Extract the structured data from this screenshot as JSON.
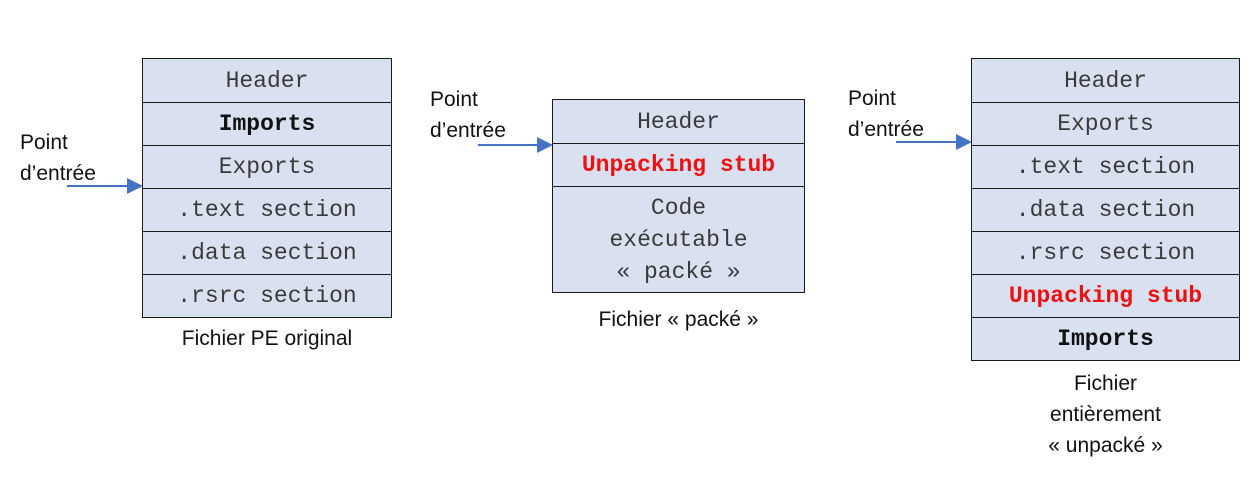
{
  "diagrams": [
    {
      "entry_label": "Point\nd’entrée",
      "caption": "Fichier PE original",
      "sections": [
        {
          "label": "Header",
          "style": "normal"
        },
        {
          "label": "Imports",
          "style": "bold"
        },
        {
          "label": "Exports",
          "style": "normal"
        },
        {
          "label": ".text section",
          "style": "normal"
        },
        {
          "label": ".data section",
          "style": "normal"
        },
        {
          "label": ".rsrc section",
          "style": "normal"
        }
      ]
    },
    {
      "entry_label": "Point\nd’entrée",
      "caption": "Fichier « packé »",
      "sections": [
        {
          "label": "Header",
          "style": "normal"
        },
        {
          "label": "Unpacking stub",
          "style": "red"
        },
        {
          "label": "Code\nexécutable\n« packé »",
          "style": "normal"
        }
      ]
    },
    {
      "entry_label": "Point\nd’entrée",
      "caption": "Fichier\nentièrement\n« unpacké »",
      "sections": [
        {
          "label": "Header",
          "style": "normal"
        },
        {
          "label": "Exports",
          "style": "normal"
        },
        {
          "label": ".text section",
          "style": "normal"
        },
        {
          "label": ".data section",
          "style": "normal"
        },
        {
          "label": ".rsrc section",
          "style": "normal"
        },
        {
          "label": "Unpacking stub",
          "style": "red"
        },
        {
          "label": "Imports",
          "style": "bold"
        }
      ]
    }
  ],
  "colors": {
    "cell_fill": "#d9e1f1",
    "border": "#1a1a1a",
    "highlight_red": "#ee1111",
    "arrow": "#4472c4"
  }
}
